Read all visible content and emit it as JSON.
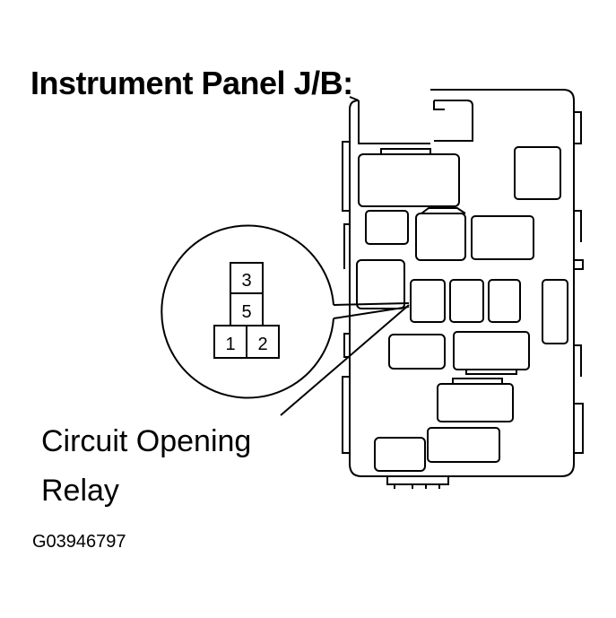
{
  "title": "Instrument Panel J/B:",
  "callout": {
    "line1": "Circuit Opening",
    "line2": "Relay"
  },
  "figure_code": "G03946797",
  "terminals": {
    "t3": "3",
    "t5": "5",
    "t1": "1",
    "t2": "2"
  },
  "colors": {
    "ink": "#000000",
    "paper": "#ffffff"
  }
}
